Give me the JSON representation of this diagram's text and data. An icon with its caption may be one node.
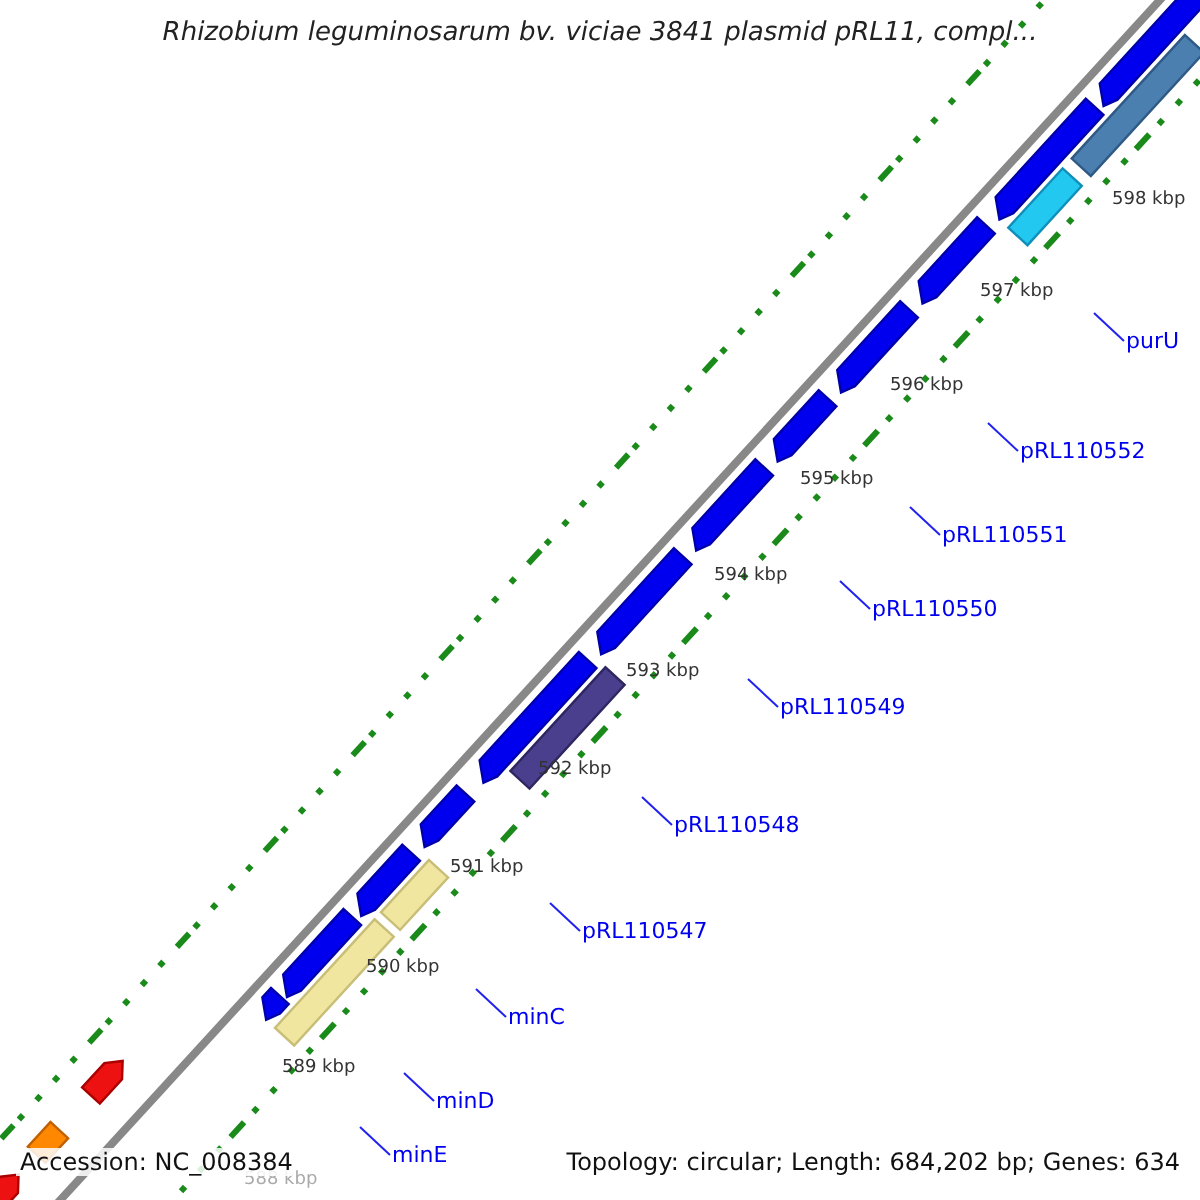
{
  "diagram": {
    "title": "Rhizobium leguminosarum bv. viciae 3841 plasmid pRL11, compl...",
    "nodes": [
      {
        "text": [
          "purU"
        ]
      },
      {
        "text": [
          "pRL110552"
        ]
      },
      {
        "text": [
          "pRL110551"
        ]
      },
      {
        "text": [
          "pRL110550"
        ]
      },
      {
        "text": [
          "pRL110549"
        ]
      },
      {
        "text": [
          "pRL110548"
        ]
      },
      {
        "text": [
          "pRL110547"
        ]
      },
      {
        "text": [
          "minC"
        ]
      },
      {
        "text": [
          "minD"
        ]
      },
      {
        "text": [
          "minE"
        ]
      }
    ],
    "edges": [
      {
        "from": 0,
        "to": null,
        "arrow": "none"
      },
      {
        "from": 1,
        "to": null,
        "arrow": "none"
      },
      {
        "from": 2,
        "to": null,
        "arrow": "none"
      },
      {
        "from": 3,
        "to": null,
        "arrow": "none"
      },
      {
        "from": 4,
        "to": null,
        "arrow": "none"
      },
      {
        "from": 5,
        "to": null,
        "arrow": "none"
      },
      {
        "from": 6,
        "to": null,
        "arrow": "none"
      },
      {
        "from": 7,
        "to": null,
        "arrow": "none"
      },
      {
        "from": 8,
        "to": null,
        "arrow": "none"
      },
      {
        "from": 9,
        "to": null,
        "arrow": "none"
      }
    ],
    "labels": [
      "598 kbp",
      "597 kbp",
      "596 kbp",
      "595 kbp",
      "594 kbp",
      "593 kbp",
      "592 kbp",
      "591 kbp",
      "590 kbp",
      "589 kbp",
      "588 kbp",
      "Accession: NC_008384",
      "Topology: circular; Length: 684,202 bp; Genes: 634"
    ]
  }
}
